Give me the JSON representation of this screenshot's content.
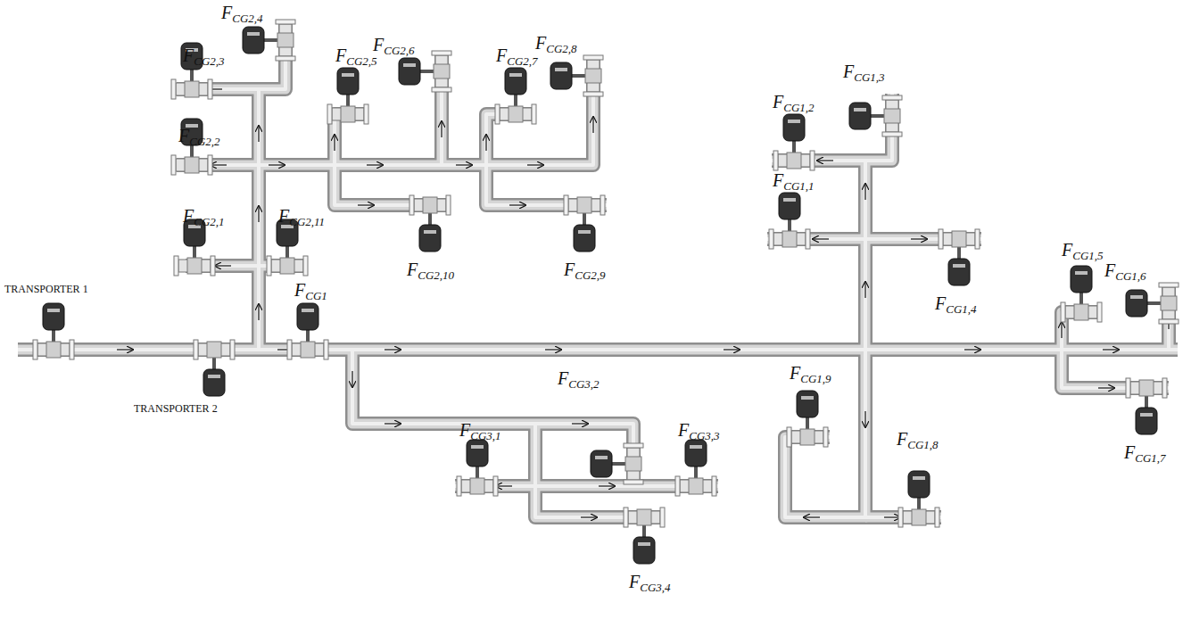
{
  "diagram": {
    "labels": [
      "TRANSPORTER 1",
      "TRANSPORTER 2",
      "FCG1",
      "FCG1,1",
      "FCG1,2",
      "FCG1,3",
      "FCG1,4",
      "FCG1,5",
      "FCG1,6",
      "FCG1,7",
      "FCG1,8",
      "FCG1,9",
      "FCG2,1",
      "FCG2,2",
      "FCG2,3",
      "FCG2,4",
      "FCG2,5",
      "FCG2,6",
      "FCG2,7",
      "FCG2,8",
      "FCG2,9",
      "FCG2,10",
      "FCG2,11",
      "FCG3,1",
      "FCG3,2",
      "FCG3,3",
      "FCG3,4"
    ]
  }
}
